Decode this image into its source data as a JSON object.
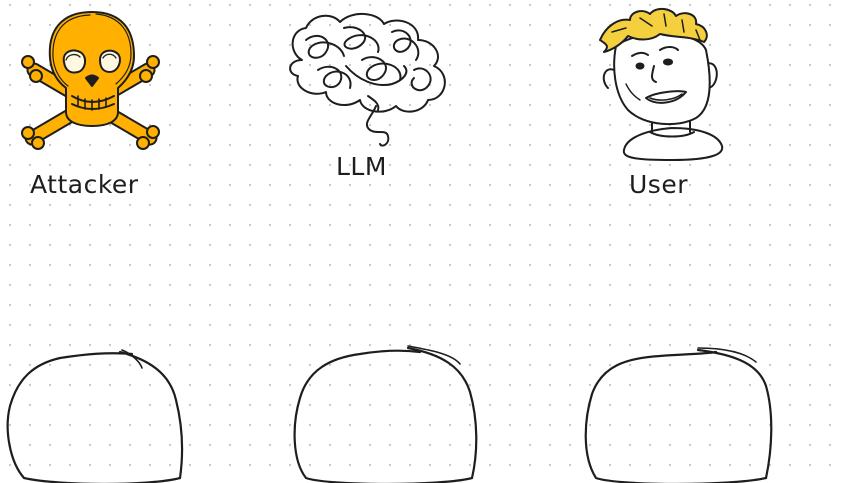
{
  "actors": [
    {
      "id": "attacker",
      "label": "Attacker",
      "icon": "skull-crossbones-icon",
      "color": "#FFB000"
    },
    {
      "id": "llm",
      "label": "LLM",
      "icon": "brain-icon"
    },
    {
      "id": "user",
      "label": "User",
      "icon": "user-face-icon",
      "hair_color": "#F4D03F"
    }
  ],
  "stroke_color": "#1e1e1e",
  "background": "dotted-grid"
}
